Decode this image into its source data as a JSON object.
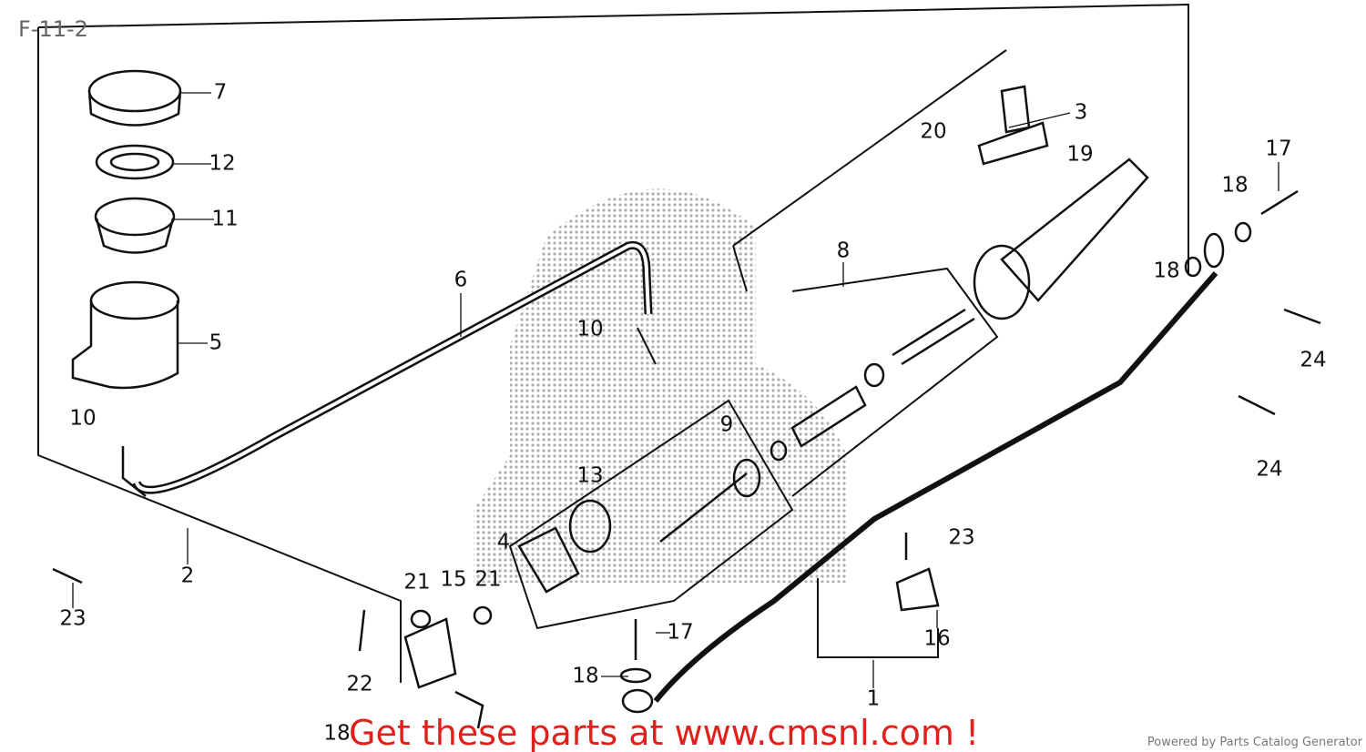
{
  "diagram_id": "F-11-2",
  "callouts": [
    "7",
    "12",
    "11",
    "5",
    "10",
    "6",
    "10",
    "2",
    "23",
    "22",
    "21",
    "15",
    "21",
    "4",
    "13",
    "9",
    "8",
    "3",
    "20",
    "19",
    "17",
    "18",
    "18",
    "24",
    "24",
    "23",
    "16",
    "1",
    "17",
    "18",
    "18"
  ],
  "promo_text": "Get these parts at www.cmsnl.com !",
  "footer": "Powered by Parts Catalog Generator",
  "colors": {
    "promo": "#e0201a",
    "line": "#111111",
    "watermark": "#b8b8b8"
  }
}
